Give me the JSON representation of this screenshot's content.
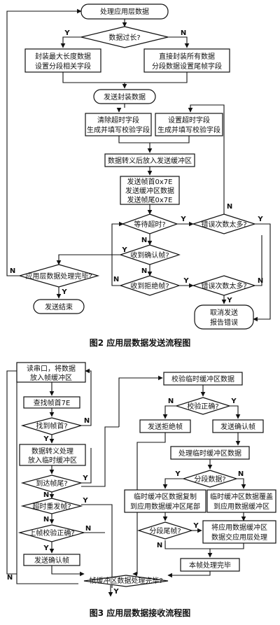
{
  "figure2": {
    "caption": "图2  应用层数据发送流程图",
    "nodes": {
      "start": "处理应用层数据",
      "too_long": "数据过长?",
      "pack_max": [
        "封装最大长度数据",
        "设置分段相关字段"
      ],
      "pack_all": [
        "直接封装所有数据",
        "分段数据设置尾帧字段"
      ],
      "send_pkg": "发送封装数据",
      "clear_timeout": [
        "清除超时字段",
        "生成并填写校验字段"
      ],
      "set_timeout": [
        "设置超时字段",
        "生成并填写校验字段"
      ],
      "escape_buf": "数据转义后放入发送缓冲区",
      "send_frame": [
        "发送帧首0x7E",
        "发送缓冲区数据",
        "发送帧尾0x7E"
      ],
      "wait_timeout": "等待超时?",
      "err_count_1": "错误次数太多?",
      "recv_ack": "收到确认帧?",
      "app_done": "应用层数据处理完毕?",
      "recv_reject": "收到拒绝帧?",
      "err_count_2": "错误次数太多?",
      "send_end": "发送结束",
      "cancel": [
        "取消发送",
        "报告错误"
      ]
    },
    "labels": {
      "yes": "Y",
      "no": "N"
    }
  },
  "figure3": {
    "caption": "图3  应用层数据接收流程图",
    "nodes": {
      "read_port": [
        "读串口，将数据",
        "放入帧缓冲区"
      ],
      "find_head": "查找帧首7E",
      "found_head": "找到帧首?",
      "unescape": [
        "数据转义处理",
        "放入临时缓冲区"
      ],
      "reach_tail": "到达帧尾?",
      "timeout_resend": "超时重发帧?",
      "prev_check": "上帧校验正确?",
      "send_ack_l": "发送确认帧",
      "frame_done": "帧缓冲区数据处理完毕?",
      "verify_tmp": "校验临时缓冲区数据",
      "check_ok": "校验正确?",
      "send_reject": "发送拒绝帧",
      "send_ack_r": "发送确认帧",
      "process_tmp": "处理临时缓冲区数据",
      "segmented": "分段数据?",
      "copy_tail": [
        "临时缓冲区数据复制",
        "到应用数据缓冲区尾部"
      ],
      "overwrite": [
        "临时缓冲区数据覆盖",
        "到应用数据缓冲区"
      ],
      "seg_tail": "分段尾帧?",
      "deliver": [
        "将应用数据缓冲区",
        "数据交应用层处理"
      ],
      "frame_end": "本帧处理完毕"
    },
    "labels": {
      "yes": "Y",
      "no": "N"
    }
  }
}
